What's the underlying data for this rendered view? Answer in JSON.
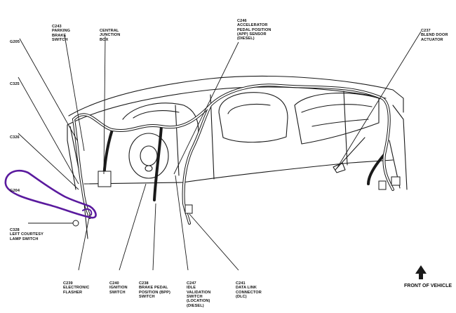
{
  "callouts": {
    "c243": [
      "C243",
      "PARKING",
      "BRAKE",
      "SWITCH"
    ],
    "cjb": [
      "CENTRAL",
      "JUNCTION",
      "BOX"
    ],
    "g205": [
      "G205"
    ],
    "c325": [
      "C325"
    ],
    "c326": [
      "C326"
    ],
    "g204": [
      "G204"
    ],
    "c328": [
      "C328",
      "LEFT COURTESY",
      "LAMP SWITCH"
    ],
    "c246": [
      "C246",
      "ACCELERATOR",
      "PEDAL POSITION",
      "(APP) SENSOR",
      "(DIESEL)"
    ],
    "c237": [
      "C237",
      "BLEND DOOR",
      "ACTUATOR"
    ],
    "c239": [
      "C239",
      "ELECTRONIC",
      "FLASHER"
    ],
    "c240": [
      "C240",
      "IGNITION",
      "SWITCH"
    ],
    "c238": [
      "C238",
      "BRAKE PEDAL",
      "POSITION (BPP)",
      "SWITCH"
    ],
    "c247": [
      "C247",
      "IDLE",
      "VALIDATION",
      "SWITCH",
      "(LOCATION)",
      "(DIESEL)"
    ],
    "c241": [
      "C241",
      "DATA LINK",
      "CONNECTOR",
      "(DLC)"
    ]
  },
  "front_of_vehicle": "FRONT OF VEHICLE",
  "colors": {
    "ink": "#111111",
    "annotation": "#5a1a9e"
  }
}
